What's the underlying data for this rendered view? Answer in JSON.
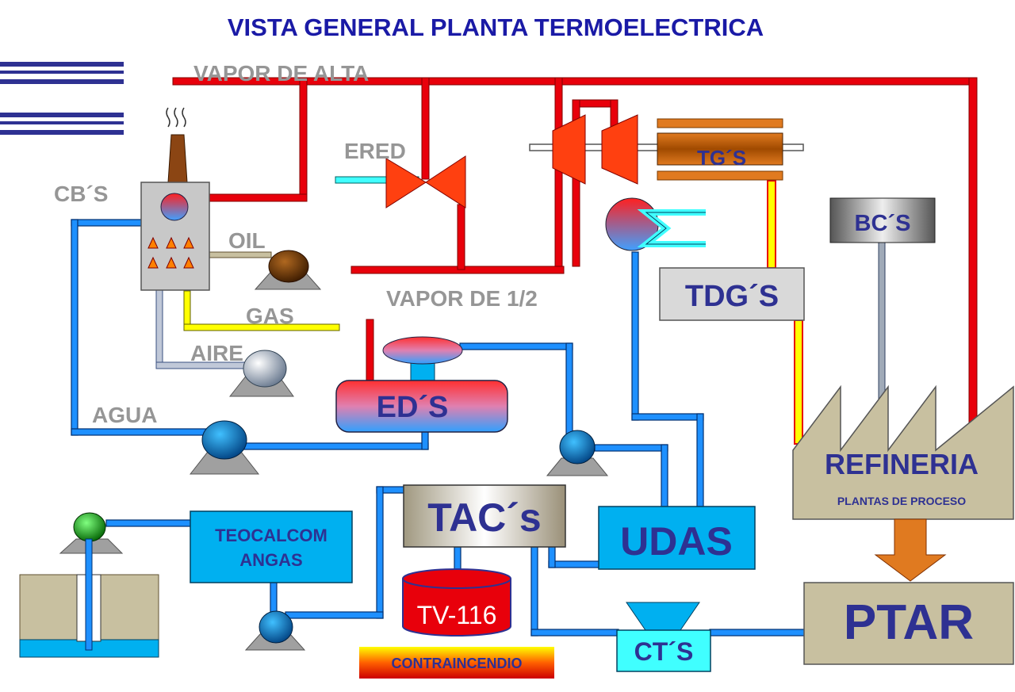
{
  "title": "VISTA GENERAL PLANTA TERMOELECTRICA",
  "labels": {
    "vapor_alta": "VAPOR DE ALTA",
    "vapor_medio": "VAPOR DE 1/2",
    "ered": "ERED",
    "cbs": "CB´S",
    "oil": "OIL",
    "gas": "GAS",
    "aire": "AIRE",
    "agua": "AGUA",
    "tgs": "TG´S",
    "tdgs": "TDG´S",
    "bcs": "BC´S",
    "eds": "ED´S",
    "refineria": "REFINERIA",
    "plantas_proceso": "PLANTAS DE PROCESO",
    "tacs": "TAC´s",
    "udas": "UDAS",
    "teocalcom_1": "TEOCALCOM",
    "teocalcom_2": "ANGAS",
    "tv116": "TV-116",
    "contraincendio": "CONTRAINCENDIO",
    "cts": "CT´S",
    "ptar": "PTAR"
  },
  "colors": {
    "title": "#1a1aa6",
    "steam": "#e8000b",
    "water": "#1e90ff",
    "gas_line": "#ffff00",
    "air_line": "#c0c8d8",
    "box_tan": "#c8c0a0",
    "box_cyan": "#00b0f0",
    "box_grey": "#d9d9d9",
    "navy_text": "#2e3192"
  }
}
